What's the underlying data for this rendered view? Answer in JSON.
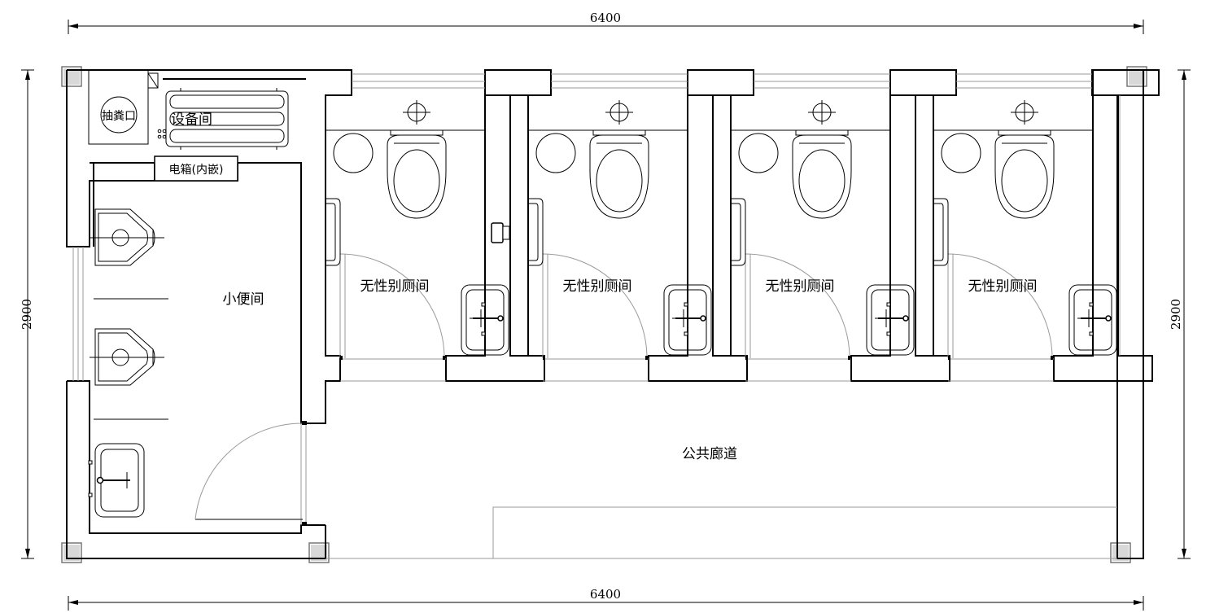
{
  "dimensions": {
    "top_width": "6400",
    "bottom_width": "6400",
    "left_height": "2900",
    "right_height": "2900"
  },
  "rooms": {
    "urinal_room": "小便间",
    "equipment_room": "设备间",
    "pump_outlet": "抽粪口",
    "electric_box": "电箱(内嵌)",
    "stalls": [
      "无性别厕间",
      "无性别厕间",
      "无性别厕间",
      "无性别厕间"
    ],
    "corridor": "公共廊道"
  }
}
